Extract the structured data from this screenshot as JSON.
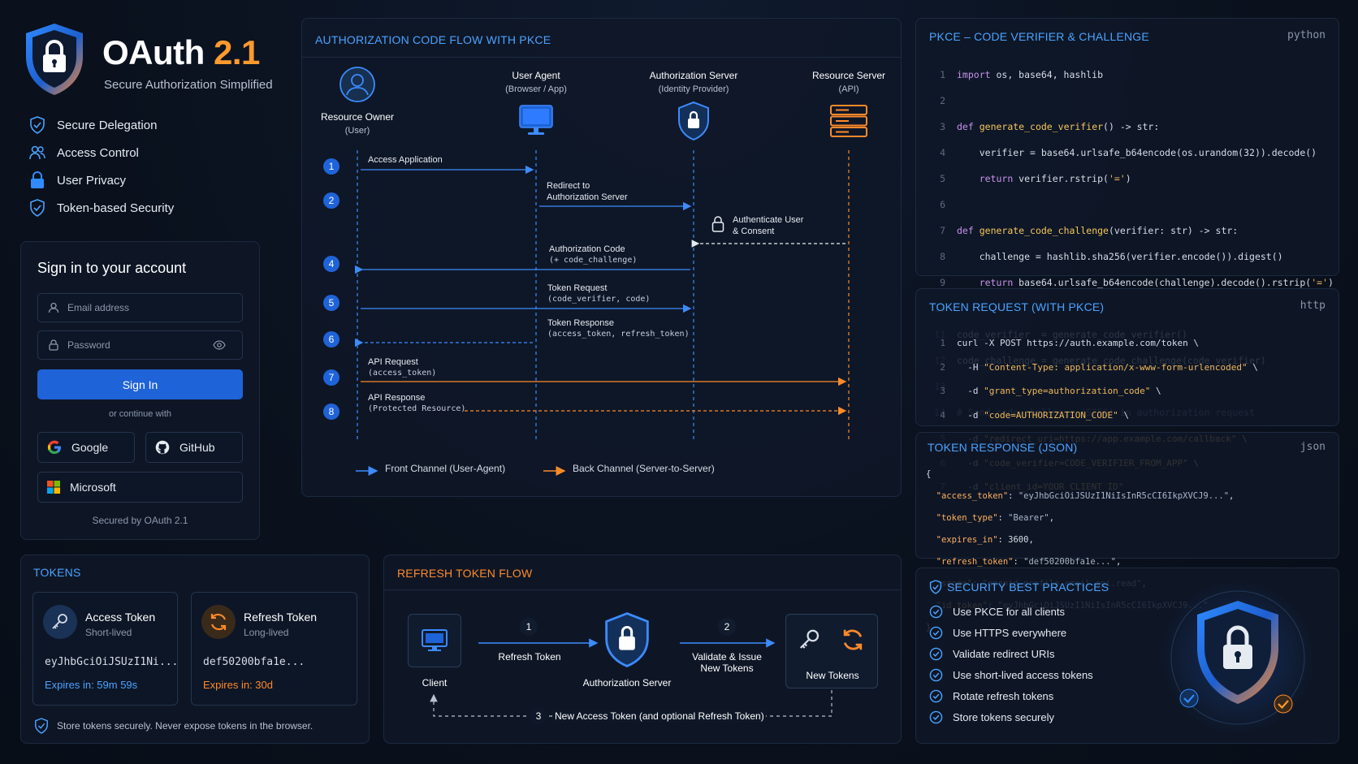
{
  "brand": {
    "title": "OAuth",
    "version": "2.1",
    "subtitle": "Secure Authorization Simplified"
  },
  "features": [
    {
      "label": "Secure Delegation",
      "icon": "shield-check-icon"
    },
    {
      "label": "Access Control",
      "icon": "users-icon"
    },
    {
      "label": "User Privacy",
      "icon": "lock-icon"
    },
    {
      "label": "Token-based Security",
      "icon": "shield-check-icon"
    }
  ],
  "signin": {
    "title": "Sign in to your account",
    "email_placeholder": "Email address",
    "password_placeholder": "Password",
    "button": "Sign In",
    "or_text": "or continue with",
    "google": "Google",
    "github": "GitHub",
    "microsoft": "Microsoft",
    "secured": "Secured by OAuth 2.1"
  },
  "tokens": {
    "title": "TOKENS",
    "access": {
      "name": "Access Token",
      "life": "Short-lived",
      "value": "eyJhbGciOiJSUzI1Ni...",
      "expires": "Expires in: 59m 59s"
    },
    "refresh": {
      "name": "Refresh Token",
      "life": "Long-lived",
      "value": "def50200bfa1e...",
      "expires": "Expires in: 30d"
    },
    "note": "Store tokens securely. Never expose tokens in the browser."
  },
  "flow": {
    "title": "AUTHORIZATION CODE FLOW WITH PKCE",
    "actors": [
      {
        "name": "Resource Owner",
        "sub": "(User)"
      },
      {
        "name": "User Agent",
        "sub": "(Browser / App)"
      },
      {
        "name": "Authorization Server",
        "sub": "(Identity Provider)"
      },
      {
        "name": "Resource Server",
        "sub": "(API)"
      }
    ],
    "steps": [
      "1",
      "2",
      "4",
      "5",
      "6",
      "7",
      "8"
    ],
    "messages": {
      "m1": "Access Application",
      "m2a": "Redirect to",
      "m2b": "Authorization Server",
      "m3a": "Authenticate User",
      "m3b": "& Consent",
      "m4a": "Authorization Code",
      "m4b": "(+ code_challenge)",
      "m5a": "Token Request",
      "m5b": "(code_verifier, code)",
      "m6a": "Token Response",
      "m6b": "(access_token, refresh_token)",
      "m7a": "API Request",
      "m7b": "(access_token)",
      "m8a": "API Response",
      "m8b": "(Protected Resource)"
    },
    "legend_front": "Front Channel (User-Agent)",
    "legend_back": "Back Channel (Server-to-Server)"
  },
  "refresh": {
    "title": "REFRESH TOKEN FLOW",
    "client": "Client",
    "auth_server": "Authorization Server",
    "new_tokens": "New Tokens",
    "step1_num": "1",
    "step1": "Refresh Token",
    "step2_num": "2",
    "step2a": "Validate & Issue",
    "step2b": "New Tokens",
    "step3_num": "3",
    "step3": "New Access Token (and optional Refresh Token)"
  },
  "pkce": {
    "title": "PKCE – CODE VERIFIER & CHALLENGE",
    "lang": "python"
  },
  "token_request": {
    "title_a": "TOKEN REQUEST",
    "title_b": "(WITH PKCE)",
    "lang": "http"
  },
  "token_response": {
    "title_a": "TOKEN RESPONSE",
    "title_b": "(JSON)",
    "lang": "json"
  },
  "best_practices": {
    "title": "SECURITY BEST PRACTICES",
    "items": [
      "Use PKCE for all clients",
      "Use HTTPS everywhere",
      "Validate redirect URIs",
      "Use short-lived access tokens",
      "Rotate refresh tokens",
      "Store tokens securely"
    ]
  },
  "colors": {
    "front_channel": "#3d8bff",
    "back_channel": "#ff8a2a",
    "accent_blue": "#1f63d8",
    "accent_orange": "#ff9a2e"
  }
}
